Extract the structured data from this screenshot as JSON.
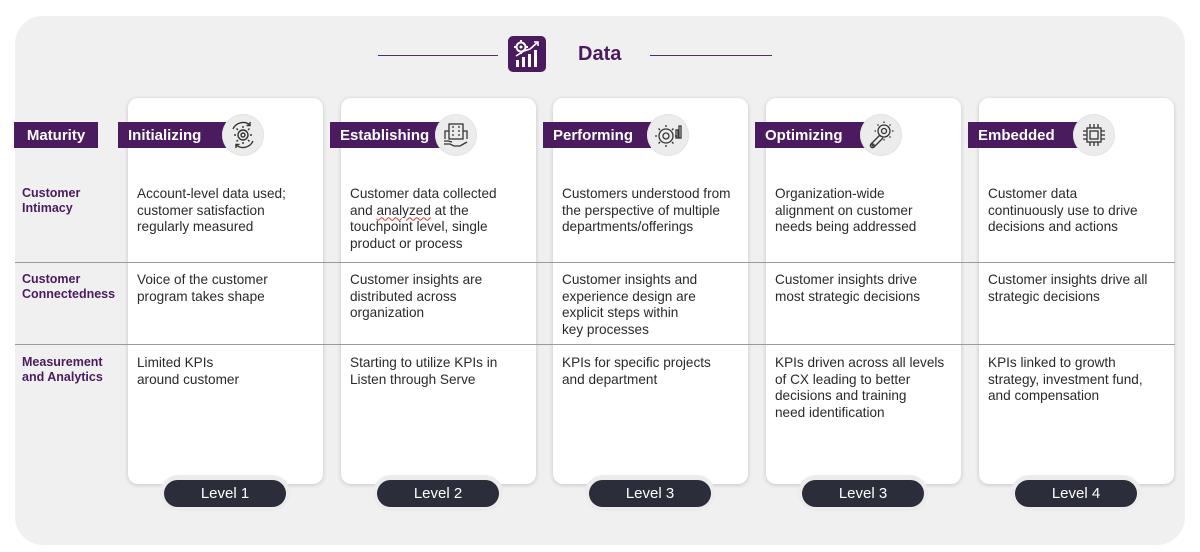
{
  "header": {
    "title": "Data",
    "icon": "chart-gear-icon"
  },
  "maturity_label": "Maturity",
  "row_labels": [
    [
      "Customer",
      "Intimacy"
    ],
    [
      "Customer",
      "Connectedness"
    ],
    [
      "Measurement",
      "and Analytics"
    ]
  ],
  "stages": [
    {
      "name": "Initializing",
      "icon": "gear-cycle-icon",
      "level": "Level 1",
      "cells": [
        [
          "Account-level data used;",
          "customer satisfaction",
          "regularly measured"
        ],
        [
          "Voice of the customer",
          "program takes shape"
        ],
        [
          "Limited KPIs",
          "around customer"
        ]
      ]
    },
    {
      "name": "Establishing",
      "icon": "building-hand-icon",
      "level": "Level 2",
      "cells": [
        [
          "Customer data collected",
          "and analyzed at the",
          "touchpoint level, single",
          "product or process"
        ],
        [
          "Customer insights are",
          "distributed across",
          "organization"
        ],
        [
          "Starting to utilize KPIs in",
          "Listen through Serve"
        ]
      ]
    },
    {
      "name": "Performing",
      "icon": "gear-chart-icon",
      "level": "Level 3",
      "cells": [
        [
          "Customers understood from",
          "the perspective of multiple",
          "departments/offerings"
        ],
        [
          "Customer insights and",
          "experience design are",
          "explicit steps within",
          "key processes"
        ],
        [
          "KPIs for specific projects",
          "and department"
        ]
      ]
    },
    {
      "name": "Optimizing",
      "icon": "wrench-gear-icon",
      "level": "Level 3",
      "cells": [
        [
          "Organization-wide",
          "alignment on customer",
          "needs being addressed"
        ],
        [
          "Customer insights drive",
          "most strategic decisions"
        ],
        [
          "KPIs driven across all levels",
          "of CX leading to better",
          "decisions and training",
          "need identification"
        ]
      ]
    },
    {
      "name": "Embedded",
      "icon": "chip-icon",
      "level": "Level 4",
      "cells": [
        [
          "Customer data",
          "continuously use to drive",
          "decisions and actions"
        ],
        [
          "Customer insights drive all",
          "strategic decisions"
        ],
        [
          "KPIs linked to growth",
          "strategy, investment fund,",
          "and compensation"
        ]
      ]
    }
  ]
}
